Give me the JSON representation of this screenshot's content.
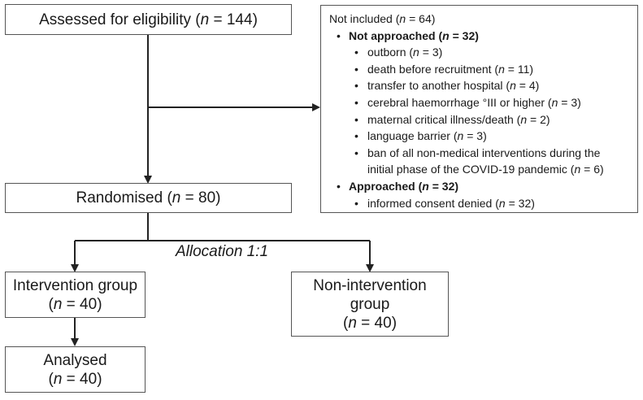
{
  "assessed": {
    "label": "Assessed for eligibility",
    "count": "144"
  },
  "randomised": {
    "label": "Randomised",
    "count": "80"
  },
  "allocation_label": "Allocation 1:1",
  "intervention": {
    "label": "Intervention group",
    "count": "40"
  },
  "non_intervention": {
    "label_line1": "Non-intervention",
    "label_line2": "group",
    "count": "40"
  },
  "analysed": {
    "label": "Analysed",
    "count": "40"
  },
  "not_included": {
    "title": "Not included",
    "count": "64",
    "groups": [
      {
        "label": "Not approached",
        "count": "32",
        "items": [
          {
            "label": "outborn",
            "count": "3"
          },
          {
            "label": "death before recruitment",
            "count": "11"
          },
          {
            "label": "transfer to another hospital",
            "count": "4"
          },
          {
            "label": "cerebral haemorrhage °III or higher",
            "count": "3"
          },
          {
            "label": "maternal critical illness/death",
            "count": "2"
          },
          {
            "label": "language barrier",
            "count": "3"
          },
          {
            "label": "ban of all non-medical interventions during the initial phase of the COVID-19 pandemic",
            "count": "6"
          }
        ]
      },
      {
        "label": "Approached",
        "count": "32",
        "items": [
          {
            "label": "informed consent denied",
            "count": "32"
          }
        ]
      }
    ]
  }
}
